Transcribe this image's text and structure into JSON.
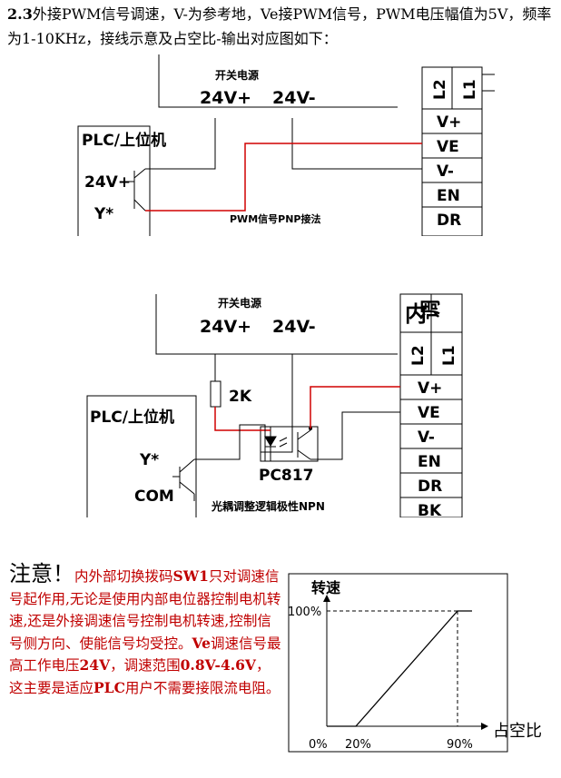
{
  "intro": {
    "num": "2.3",
    "text": "外接PWM信号调速，V-为参考地，Ve接PWM信号，PWM电压幅值为5V，频率为1-10KHz，接线示意及占空比-输出对应图如下："
  },
  "diagram1": {
    "psu_title": "开关电源",
    "psu_pos": "24V+",
    "psu_neg": "24V-",
    "plc_title": "PLC/上位机",
    "plc_pos": "24V+",
    "plc_y": "Y*",
    "terminals_top": [
      "L2",
      "L1"
    ],
    "terminals": [
      "V+",
      "VE",
      "V-",
      "EN",
      "DR"
    ],
    "caption": "PWM信号PNP接法"
  },
  "diagram2": {
    "psu_title": "开关电源",
    "psu_pos": "24V+",
    "psu_neg": "24V-",
    "plc_title": "PLC/上位机",
    "plc_y": "Y*",
    "plc_com": "COM",
    "resistor": "2K",
    "optocoupler": "PC817",
    "header_chars": [
      "内",
      "调"
    ],
    "terminals_top": [
      "L2",
      "L1"
    ],
    "terminals": [
      "V+",
      "VE",
      "V-",
      "EN",
      "DR",
      "BK"
    ],
    "caption": "光耦调整逻辑极性NPN"
  },
  "note": {
    "title": "注意！",
    "p1": "内外部切换拨码",
    "sw": "SW1",
    "p2": "只对调速信号起作用,无论是使用内部电位器控制电机转速,还是外接调速信号控制电机转速,控制信号侧方向、使能信号均受控。",
    "ve": "Ve",
    "p3": "调速信号最高工作电压",
    "v24": "24V",
    "p4": "，调速范围",
    "range": "0.8V-4.6V",
    "p5": "，这主要是适应",
    "plc": "PLC",
    "p6": "用户不需要接限流电阻。"
  },
  "chart_data": {
    "type": "line",
    "title": "",
    "xlabel": "占空比",
    "ylabel": "转速",
    "x_ticks": [
      "0%",
      "20%",
      "90%"
    ],
    "y_ticks": [
      "100%"
    ],
    "x": [
      0,
      20,
      90,
      100
    ],
    "y": [
      0,
      0,
      100,
      100
    ],
    "xlim": [
      0,
      100
    ],
    "ylim": [
      0,
      100
    ],
    "grid": false
  }
}
